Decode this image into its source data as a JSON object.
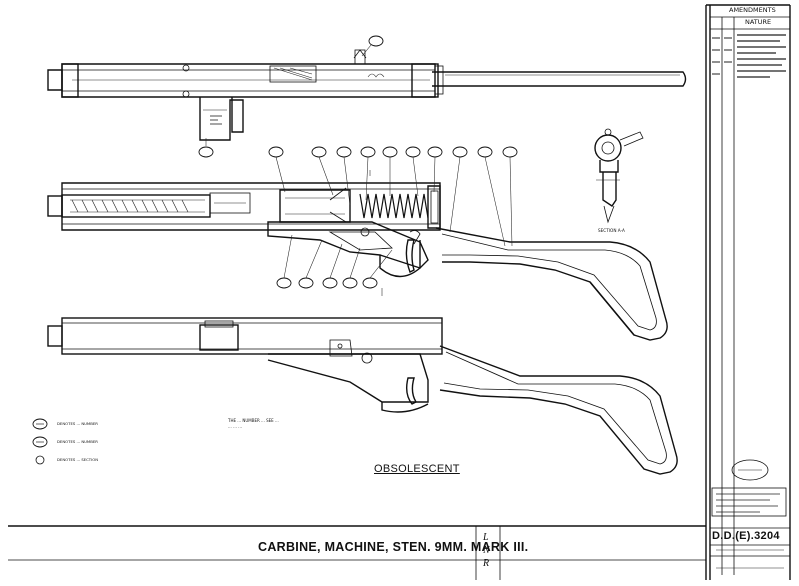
{
  "drawing": {
    "title": "CARBINE, MACHINE, STEN. 9MM. MARK III.",
    "status": "OBSOLESCENT",
    "drawing_number": "D.D.(E).3204",
    "initials": "L\nN\nR"
  },
  "amendments": {
    "heading": "AMENDMENTS",
    "column_label": "NATURE"
  },
  "views": {
    "section_label": "SECTION A-A"
  },
  "notes": {
    "line1": "THE ... NUMBER ... SEE ...",
    "line2": "... ... ..."
  },
  "legend": [
    {
      "text": "DENOTES ... NUMBER"
    },
    {
      "text": "DENOTES ... NUMBER"
    },
    {
      "text": "DENOTES ... SECTION"
    }
  ],
  "icons": [
    "stock-icon",
    "trigger-icon",
    "magazine-housing-icon",
    "barrel-icon",
    "spring-icon",
    "balloon-icon"
  ]
}
